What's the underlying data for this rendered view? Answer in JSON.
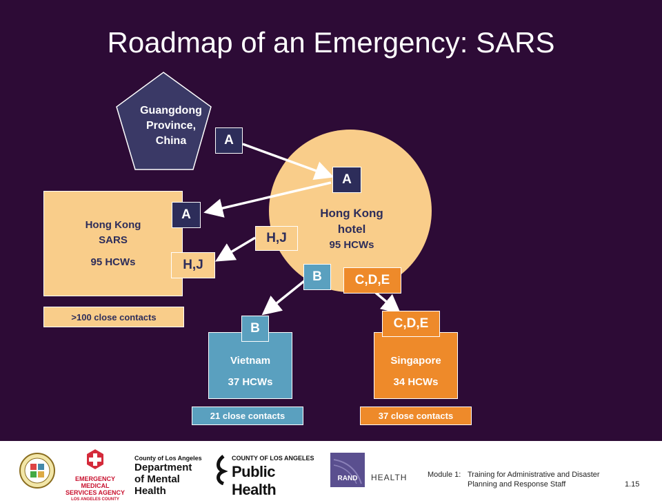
{
  "title": "Roadmap of an Emergency: SARS",
  "nodes": {
    "guangdong": {
      "label_lines": [
        "Guangdong",
        "Province,",
        "China"
      ]
    },
    "hk_hotel": {
      "label_lines": [
        "Hong Kong",
        "hotel"
      ],
      "hcws": "95 HCWs"
    },
    "hk_sars": {
      "label_lines": [
        "Hong Kong",
        "SARS"
      ],
      "hcws": "95 HCWs",
      "contacts": ">100 close contacts"
    },
    "vietnam": {
      "label": "Vietnam",
      "hcws": "37 HCWs",
      "contacts": "21 close contacts"
    },
    "singapore": {
      "label": "Singapore",
      "hcws": "34 HCWs",
      "contacts": "37 close contacts"
    }
  },
  "tags": {
    "a_guangdong": "A",
    "a_hotel": "A",
    "a_hk_sars": "A",
    "hj_hotel": "H,J",
    "hj_hk_sars": "H,J",
    "b_hotel": "B",
    "b_vietnam": "B",
    "cde_hotel": "C,D,E",
    "cde_singapore": "C,D,E"
  },
  "footer": {
    "logos": {
      "county_seal": "County of Los Angeles seal",
      "ems_line1": "EMERGENCY MEDICAL",
      "ems_line2": "SERVICES AGENCY",
      "ems_line3": "LOS ANGELES COUNTY",
      "dmh_line1": "County of Los Angeles",
      "dmh_line2": "Department",
      "dmh_line3": "of Mental Health",
      "ph_line1": "COUNTY OF LOS ANGELES",
      "ph_line2": "Public Health",
      "rand": "RAND",
      "health": "HEALTH"
    },
    "module_label": "Module 1:",
    "module_text_line1": "Training for Administrative and Disaster",
    "module_text_line2": "Planning and Response Staff",
    "page_number": "1.15"
  },
  "colors": {
    "background": "#2d0b36",
    "peach": "#f9cd8a",
    "teal": "#5aa0bf",
    "orange": "#ee8a2a",
    "navy": "#2d2d5a"
  }
}
